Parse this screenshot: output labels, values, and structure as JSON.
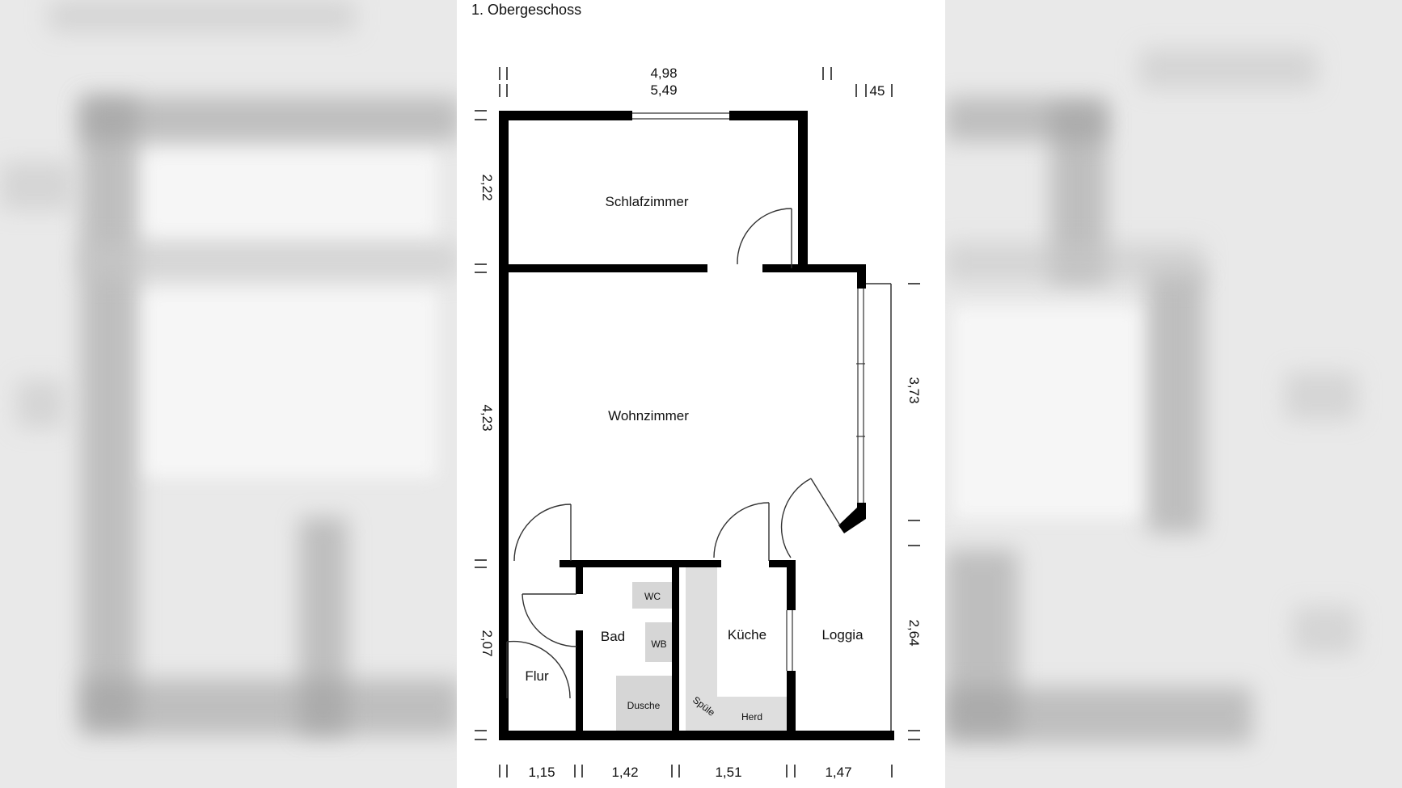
{
  "floor_title": "1. Obergeschoss",
  "rooms": {
    "schlafzimmer": "Schlafzimmer",
    "wohnzimmer": "Wohnzimmer",
    "bad": "Bad",
    "kueche": "Küche",
    "loggia": "Loggia",
    "flur": "Flur"
  },
  "fixtures": {
    "wc": "WC",
    "wb": "WB",
    "dusche": "Dusche",
    "spuele": "Spüle",
    "herd": "Herd"
  },
  "dimensions": {
    "top_inner": "4,98",
    "top_outer": "5,49",
    "top_right": "45",
    "left_upper": "2,22",
    "left_middle": "4,23",
    "left_lower": "2,07",
    "right_upper": "3,73",
    "right_lower": "2,64",
    "bottom": [
      "1,15",
      "1,42",
      "1,51",
      "1,47"
    ]
  },
  "colors": {
    "wall": "#000000",
    "fixture_fill": "#d6d6d6",
    "kitchen_fill": "#dedede",
    "thin_line": "#333333"
  }
}
